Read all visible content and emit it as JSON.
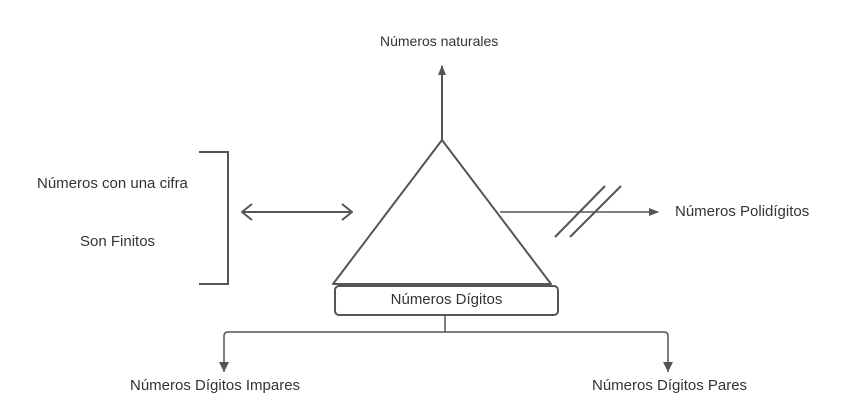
{
  "labels": {
    "top": "Números naturales",
    "left_1": "Números con una cifra",
    "left_2": "Son Finitos",
    "right": "Números Polidígitos",
    "center": "Números Dígitos",
    "bottom_left": "Números Dígitos Impares",
    "bottom_right": "Números Dígitos Pares"
  },
  "colors": {
    "stroke": "#555555",
    "text": "#333333"
  }
}
